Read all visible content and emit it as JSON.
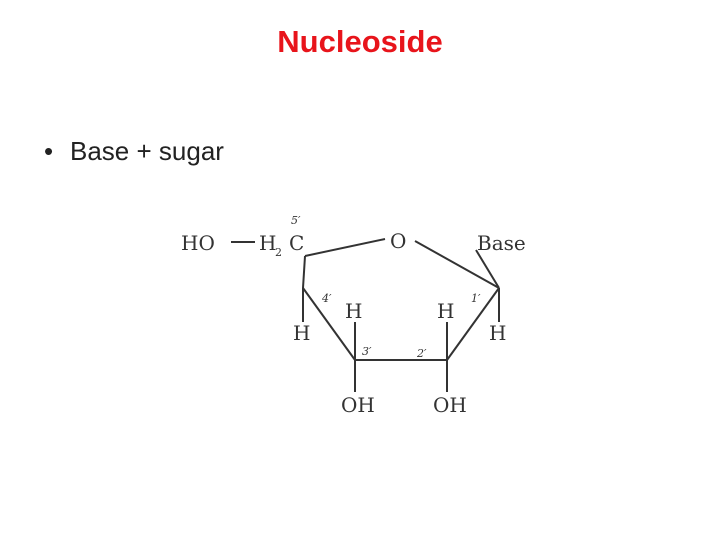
{
  "title": "Nucleoside",
  "bullets": [
    {
      "marker": "•",
      "text": "Base + sugar"
    }
  ],
  "diagram": {
    "substituent_left": "HO",
    "h2": "H",
    "h2_subscript": "2",
    "c5": "C",
    "ring_oxygen": "O",
    "base": "Base",
    "hydroxyl_3": "OH",
    "hydroxyl_2": "OH",
    "hydrogen": "H",
    "pos_5": "5′",
    "pos_4": "4′",
    "pos_3": "3′",
    "pos_2": "2′",
    "pos_1": "1′"
  }
}
